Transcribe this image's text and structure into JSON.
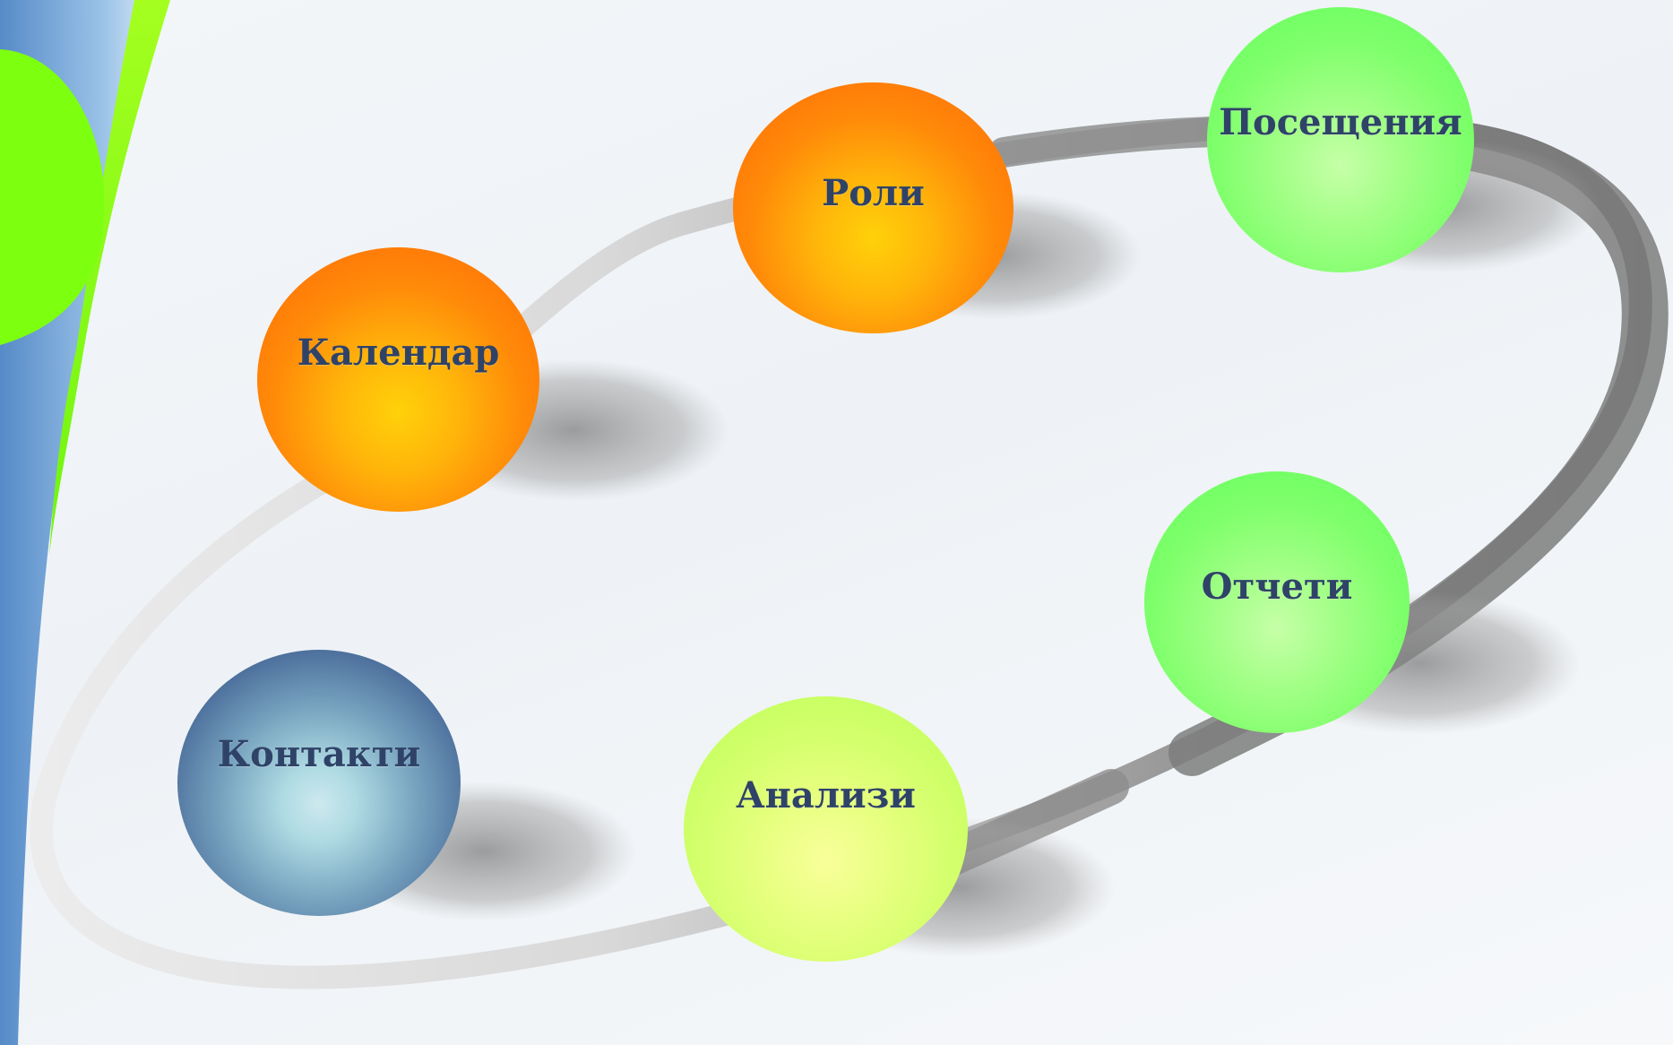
{
  "diagram": {
    "nodes": [
      {
        "id": "roli",
        "label": "Роли",
        "color": "orange"
      },
      {
        "id": "poseshteniya",
        "label": "Посещения",
        "color": "green"
      },
      {
        "id": "kalendar",
        "label": "Календар",
        "color": "orange"
      },
      {
        "id": "otcheti",
        "label": "Отчети",
        "color": "green"
      },
      {
        "id": "kontakti",
        "label": "Контакти",
        "color": "navy"
      },
      {
        "id": "analizi",
        "label": "Анализи",
        "color": "lime"
      }
    ]
  },
  "colors": {
    "label_text": "#2f4368",
    "orange": "#ff7a08",
    "green": "#6aff62",
    "lime": "#d4ff70",
    "navy": "#3f5f8e",
    "ring_light": "#dcdcdc",
    "ring_dark": "#7a7a7a",
    "accent_green": "#8cff1a",
    "accent_blue": "#3d7fc2"
  }
}
